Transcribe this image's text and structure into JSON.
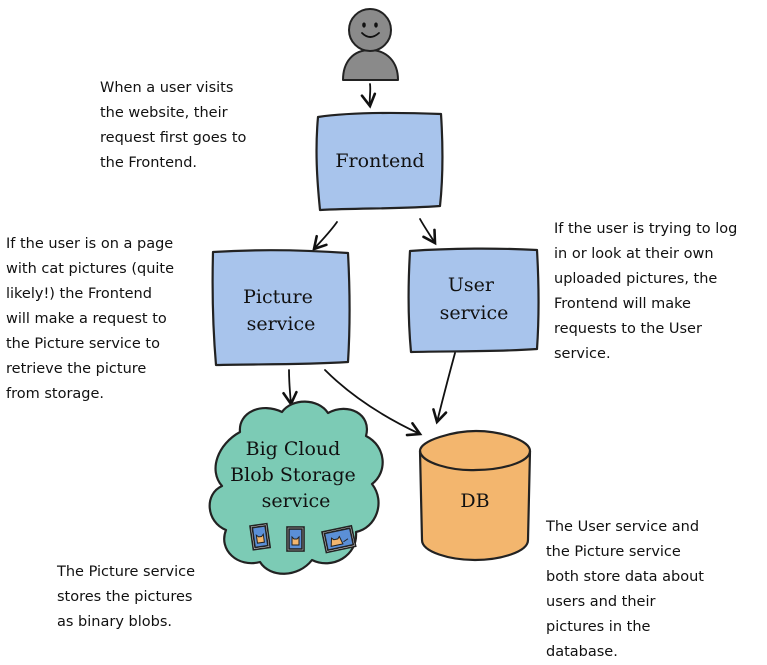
{
  "nodes": {
    "user": {
      "icon": "smiling-person-icon",
      "fill": "#8a8a8a"
    },
    "frontend": {
      "label": "Frontend",
      "fill": "#a8c4ec"
    },
    "picture_service": {
      "label_line1": "Picture",
      "label_line2": "service",
      "fill": "#a8c4ec"
    },
    "user_service": {
      "label_line1": "User",
      "label_line2": "service",
      "fill": "#a8c4ec"
    },
    "blob_storage": {
      "label_line1": "Big Cloud",
      "label_line2": "Blob Storage",
      "label_line3": "service",
      "fill": "#7ccbb5",
      "icon": "cat-pictures-icon"
    },
    "db": {
      "label": "DB",
      "fill": "#f3b66e"
    }
  },
  "notes": {
    "visit": "When a user visits\nthe website, their\nrequest first goes to\nthe Frontend.",
    "picture": "If the user is on a page\nwith cat pictures (quite\nlikely!) the Frontend\nwill make a request to\nthe Picture service to\nretrieve the picture\nfrom storage.",
    "user": "If the user is trying to log\nin or look at their own\nuploaded pictures, the\nFrontend will make\nrequests to the User\nservice.",
    "storage": "The Picture service\nstores the pictures\nas binary blobs.",
    "db": "The User service and\nthe Picture service\nboth store data about\nusers and their\npictures in the\ndatabase."
  }
}
